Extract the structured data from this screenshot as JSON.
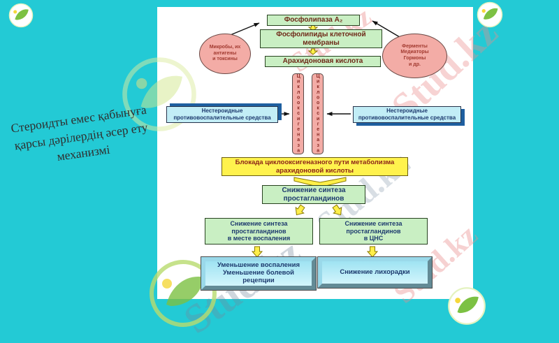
{
  "slide": {
    "side_title": "Стероидты емес қабынуға қарсы дәрілердің әсер ету механизмі",
    "watermark_text": "Stud.kz"
  },
  "colors": {
    "background": "#23CAD5",
    "panel": "#FFFFFF",
    "box_green_fill": "#C9EFC3",
    "box_pink_fill": "#F3ACA6",
    "box_cyan_fill": "#C2EDF6",
    "box_cyan_shadow": "#1E5FA0",
    "box_yellow_fill": "#FFF24D",
    "arrow_yellow": "#FFEF4A",
    "bevel_fill": "#AEE9F7"
  },
  "diagram": {
    "phospholipase": "Фосфолипаза А₂",
    "membrane_phospholipids": "Фосфолипиды клеточной\nмембраны",
    "arachidonic_acid": "Арахидоновая кислота",
    "microbes": "Микробы, их\nантигены\nи токсины",
    "enzymes": "Ферменты\nМедиаторы\nГормоны\nи др.",
    "cyclooxygenase": "Циклооксигеназа",
    "nsaid": "Нестероидные\nпротивовоспалительные средства",
    "blockade": "Блокада циклооксигеназного пути метаболизма\nарахидоновой кислоты",
    "prostaglandin_reduction": "Снижение синтеза\nпростагландинов",
    "reduction_site_inflammation": "Снижение синтеза\nпростагландинов\nв месте воспаления",
    "reduction_cns": "Снижение синтеза\nпростагландинов\nв ЦНС",
    "effect_inflammation_pain": "Уменьшение воспаления\nУменьшение болевой\nрецепции",
    "effect_fever": "Снижение лихорадки"
  }
}
